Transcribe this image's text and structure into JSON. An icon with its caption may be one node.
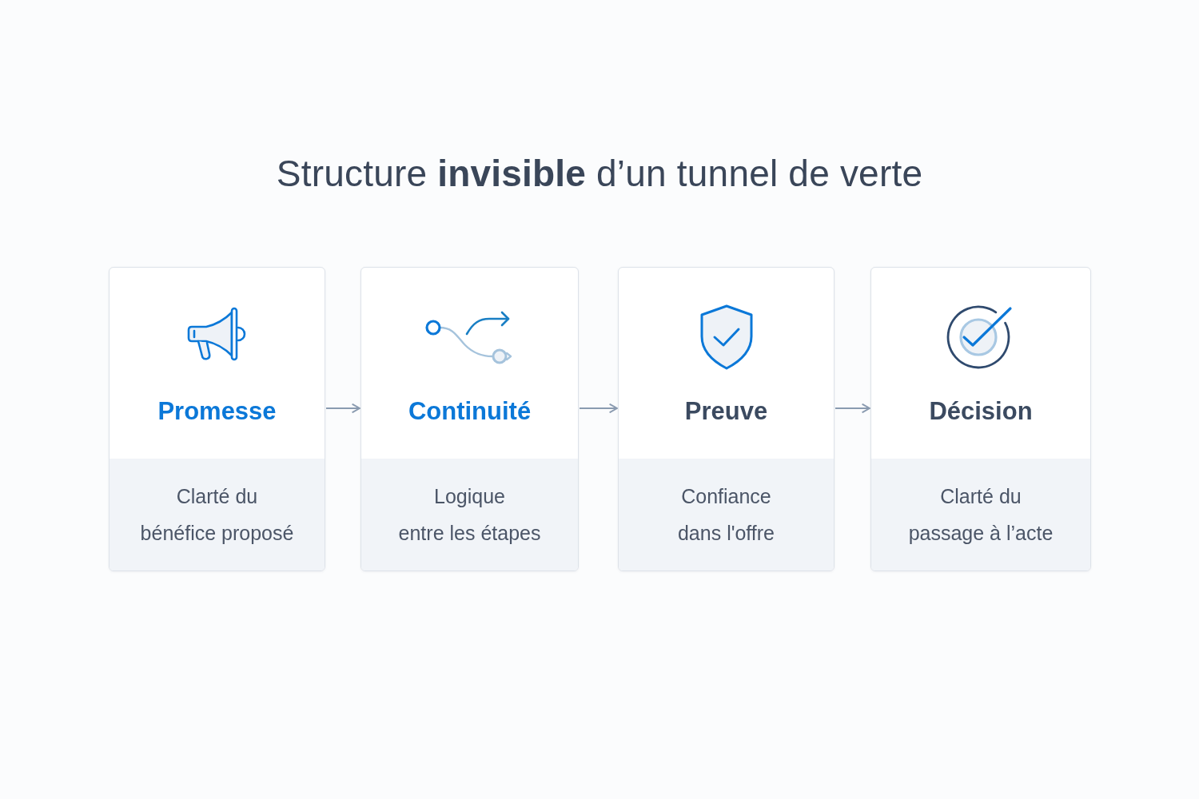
{
  "diagram": {
    "title": "Structure **invisible** d’un tunnel de verte",
    "nodes": [
      {
        "text": [
          "Promesse",
          "Clarté du bénéfice proposé"
        ]
      },
      {
        "text": [
          "Continuité",
          "Logique entre les étapes"
        ]
      },
      {
        "text": [
          "Preuve",
          "Confiance dans l'offre"
        ]
      },
      {
        "text": [
          "Décision",
          "Clarté du passage à l’acte"
        ]
      }
    ],
    "edges": [
      {
        "from": 0,
        "to": 1,
        "arrow": "to"
      },
      {
        "from": 1,
        "to": 2,
        "arrow": "to"
      },
      {
        "from": 2,
        "to": 3,
        "arrow": "to"
      }
    ]
  }
}
